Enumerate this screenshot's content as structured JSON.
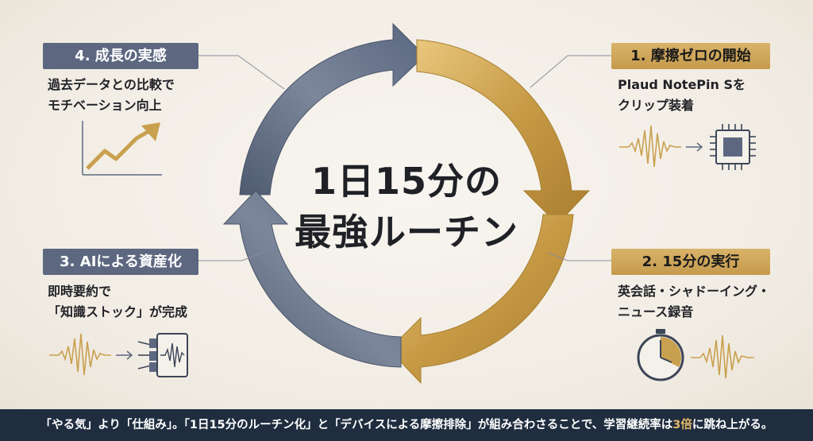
{
  "title": {
    "line1": "1日15分の",
    "line2": "最強ルーチン"
  },
  "steps": [
    {
      "label": "1. 摩擦ゼロの開始",
      "desc": [
        "Plaud NotePin Sを",
        "クリップ装着"
      ],
      "icon": "waveform-to-chip-icon"
    },
    {
      "label": "2. 15分の実行",
      "desc": [
        "英会話・シャドーイング・",
        "ニュース録音"
      ],
      "icon": "stopwatch-waveform-icon"
    },
    {
      "label": "3. AIによる資産化",
      "desc": [
        "即時要約で",
        "「知識ストック」が完成"
      ],
      "icon": "waveform-to-device-icon"
    },
    {
      "label": "4. 成長の実感",
      "desc": [
        "過去データとの比較で",
        "モチベーション向上"
      ],
      "icon": "growth-chart-arrow-icon"
    }
  ],
  "footer": {
    "part1": "「やる気」より「仕組み」。「1日15分のルーチン化」と「デバイスによる摩擦排除」が組み合わさることで、学習継続率は",
    "highlight": "3倍",
    "part2": "に跳ね上がる。"
  },
  "colors": {
    "gold": "#c9a04f",
    "slate": "#5d6880",
    "footer_bg": "#1f2d3f",
    "highlight": "#e4b969"
  }
}
